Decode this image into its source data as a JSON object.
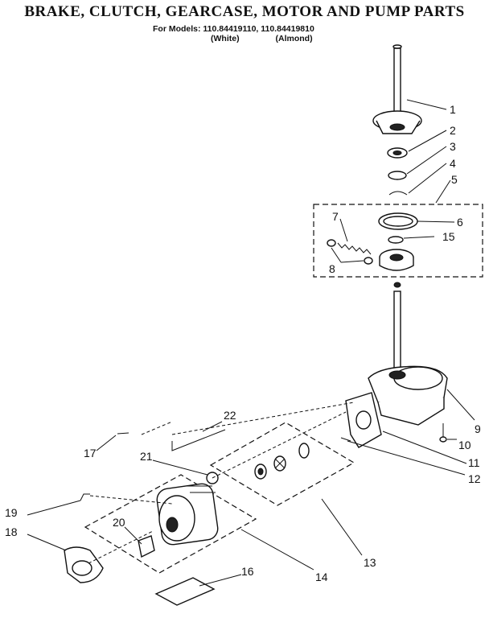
{
  "header": {
    "title": "BRAKE, CLUTCH, GEARCASE, MOTOR AND PUMP PARTS",
    "models_line": "For Models: 110.84419110, 110.84419810",
    "variant_white": "(White)",
    "variant_almond": "(Almond)"
  },
  "callouts": {
    "c1": "1",
    "c2": "2",
    "c3": "3",
    "c4": "4",
    "c5": "5",
    "c6": "6",
    "c7": "7",
    "c8": "8",
    "c9": "9",
    "c10": "10",
    "c11": "11",
    "c12": "12",
    "c13": "13",
    "c14": "14",
    "c15": "15",
    "c16": "16",
    "c17": "17",
    "c18": "18",
    "c19": "19",
    "c20": "20",
    "c21": "21",
    "c22": "22"
  }
}
